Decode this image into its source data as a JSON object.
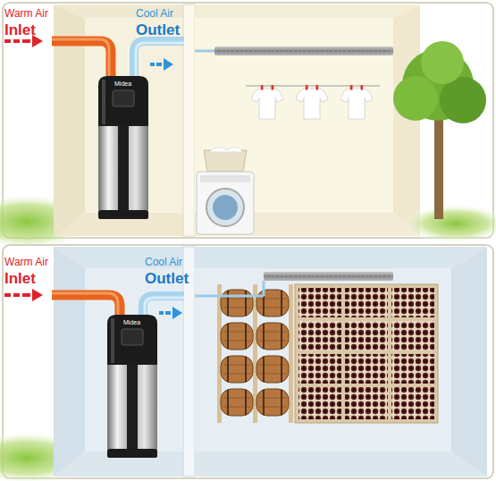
{
  "diagram": {
    "labels": [
      "Warm Air Inlet",
      "Cool Air Outlet",
      "Midea",
      "Warm Air Inlet",
      "Cool Air Outlet",
      "Midea"
    ]
  }
}
